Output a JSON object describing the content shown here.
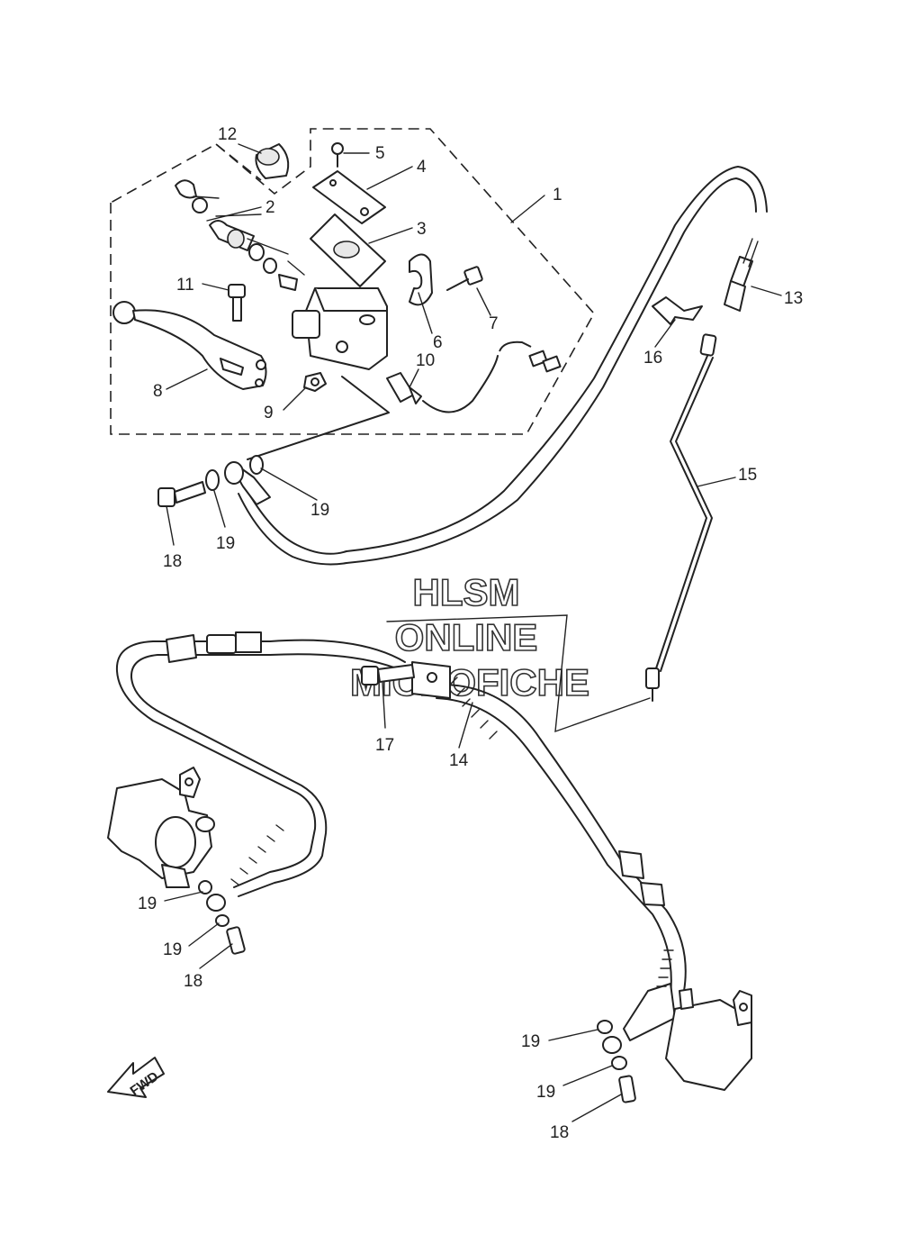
{
  "diagram": {
    "watermark": [
      "HLSM",
      "ONLINE",
      "MICROFICHE"
    ],
    "direction_arrow": {
      "label": "FWD",
      "icon": "fwd-arrow-icon"
    },
    "part_numbers": {
      "p1": "1",
      "p2": "2",
      "p3": "3",
      "p4": "4",
      "p5": "5",
      "p6": "6",
      "p7": "7",
      "p8": "8",
      "p9": "9",
      "p10": "10",
      "p11": "11",
      "p12": "12",
      "p13": "13",
      "p14": "14",
      "p15": "15",
      "p16": "16",
      "p17": "17",
      "p18": "18",
      "p19": "19"
    }
  }
}
